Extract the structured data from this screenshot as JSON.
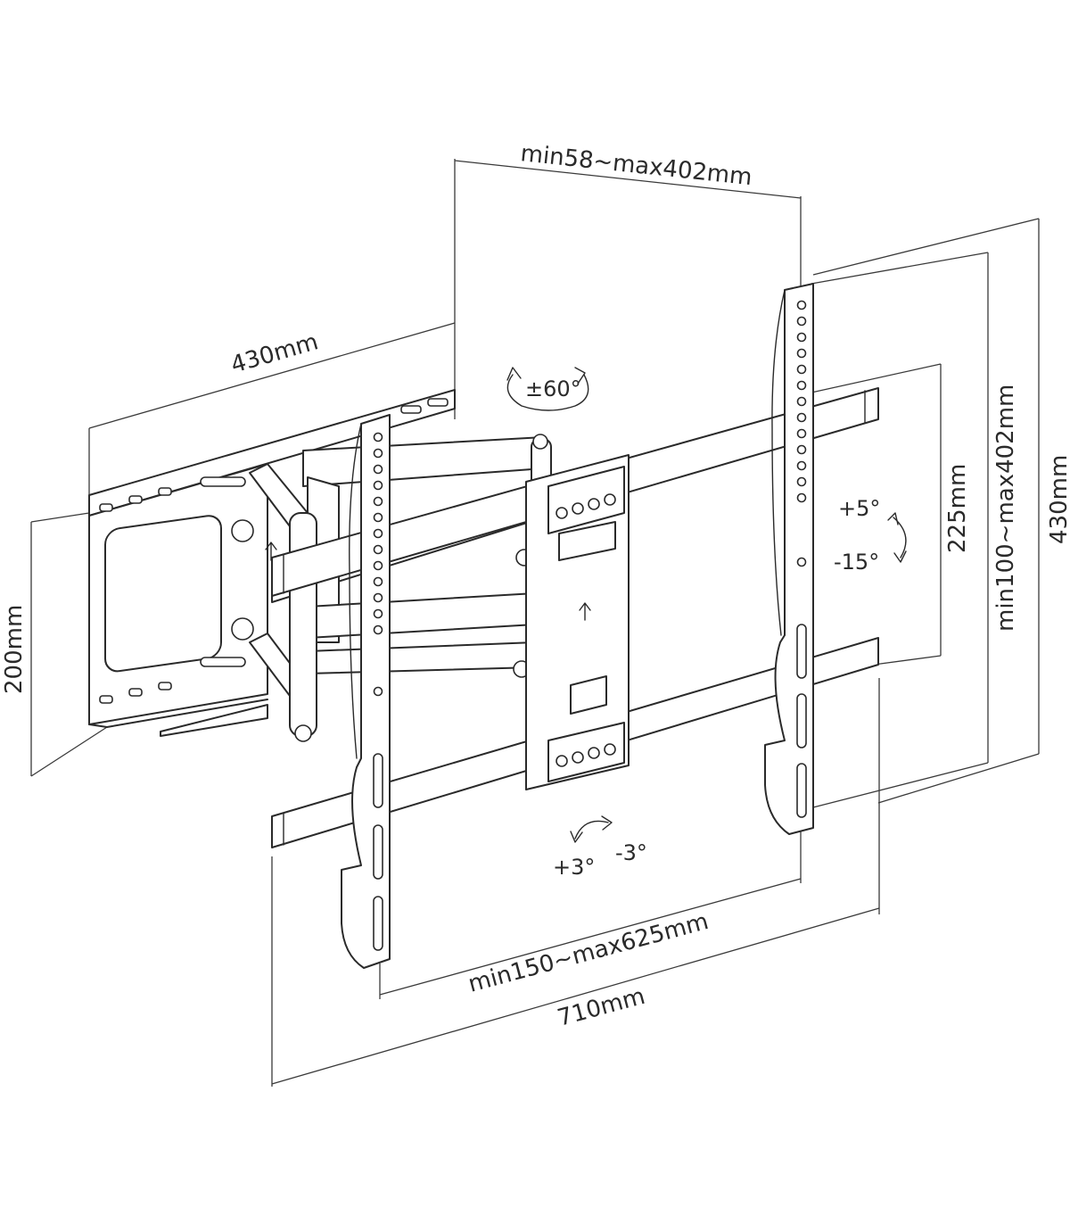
{
  "dimensions": {
    "extension": "min58~max402mm",
    "wall_plate_width": "430mm",
    "wall_plate_height": "200mm",
    "vesa_vertical_min": "225mm",
    "vesa_vertical_range": "min100~max402mm",
    "bracket_height": "430mm",
    "vesa_horizontal_range": "min150~max625mm",
    "rail_width": "710mm"
  },
  "angles": {
    "swivel": "±60°",
    "tilt_up": "+5°",
    "tilt_down": "-15°",
    "rotate_plus": "+3°",
    "rotate_minus": "-3°"
  },
  "colors": {
    "line": "#2a2a2a",
    "background": "#ffffff"
  }
}
